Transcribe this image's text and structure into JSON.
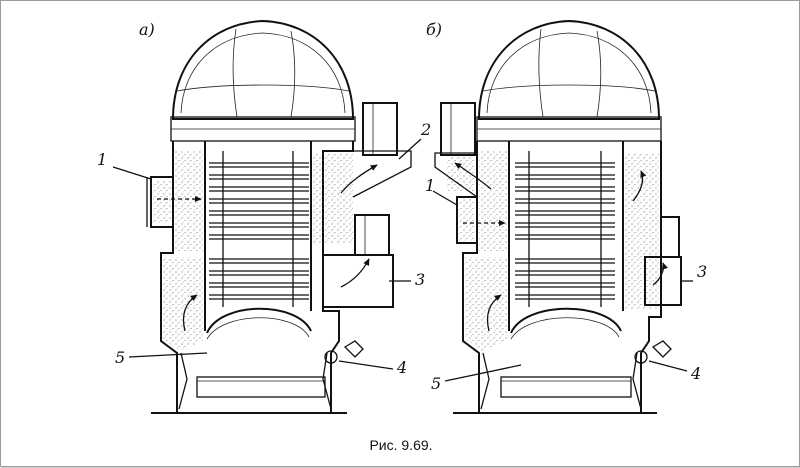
{
  "panels": [
    {
      "label": "а)",
      "callouts": [
        "1",
        "2",
        "3",
        "4",
        "5"
      ]
    },
    {
      "label": "б)",
      "callouts": [
        "1",
        "3",
        "4",
        "5"
      ]
    }
  ],
  "caption": "Рис. 9.69."
}
